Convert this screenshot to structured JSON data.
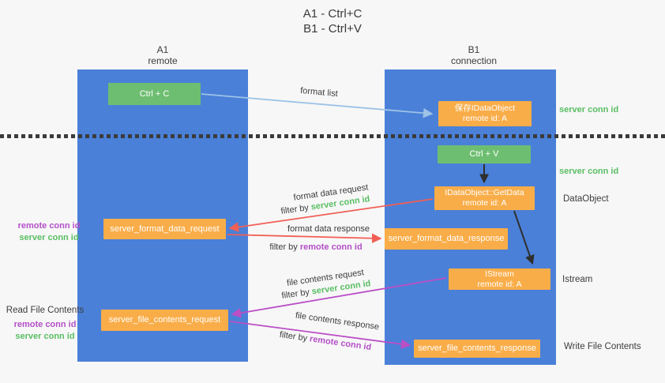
{
  "title": {
    "line1": "A1 - Ctrl+C",
    "line2": "B1 - Ctrl+V"
  },
  "lanes": {
    "a1": {
      "name": "A1",
      "sub": "remote"
    },
    "b1": {
      "name": "B1",
      "sub": "connection"
    }
  },
  "nodes": {
    "ctrl_c": {
      "label": "Ctrl + C"
    },
    "save_idataobject": {
      "line1": "保存IDataObject",
      "line2": "remote id: A"
    },
    "ctrl_v": {
      "label": "Ctrl + V"
    },
    "getdata": {
      "line1": "IDataObject::GetData",
      "line2": "remote id: A"
    },
    "format_request": {
      "label": "server_format_data_request"
    },
    "format_response": {
      "label": "server_format_data_response"
    },
    "istream": {
      "line1": "IStream",
      "line2": "remote id: A"
    },
    "file_request": {
      "label": "server_file_contents_request"
    },
    "file_response": {
      "label": "server_file_contents_response"
    }
  },
  "arrow_labels": {
    "format_list": {
      "label": "format list"
    },
    "format_data_request": {
      "label": "format data request",
      "filter_prefix": "filter by ",
      "filter_value": "server conn id"
    },
    "format_data_response": {
      "label": "format data response",
      "filter_prefix": "filter by ",
      "filter_value": "remote conn id"
    },
    "file_contents_request": {
      "label": "file contents request",
      "filter_prefix": "filter by ",
      "filter_value": "server conn id"
    },
    "file_contents_response": {
      "label": "file contents response",
      "filter_prefix": "filter by ",
      "filter_value": "remote conn id"
    }
  },
  "side_labels": {
    "server_conn_id_top": "server conn id",
    "server_conn_id_mid": "server conn id",
    "data_object": "DataObject",
    "istream": "Istream",
    "write_file_contents": "Write File Contents",
    "read_file_contents": "Read File Contents",
    "left_remote_conn_id_1": "remote conn id",
    "left_server_conn_id_1": "server conn id",
    "left_remote_conn_id_2": "remote conn id",
    "left_server_conn_id_2": "server conn id"
  },
  "colors": {
    "lane_blue": "#4A80D8",
    "box_green": "#6EBE71",
    "box_orange": "#F9AD49",
    "arrow_light_blue": "#9DC3E6",
    "arrow_red": "#F15F55",
    "arrow_magenta": "#BA4FC6",
    "arrow_black": "#2F2F2F",
    "text_green": "#59BE63",
    "text_purple": "#B44FC8",
    "text_dark": "#3C3C3C",
    "background": "#F7F7F7"
  }
}
